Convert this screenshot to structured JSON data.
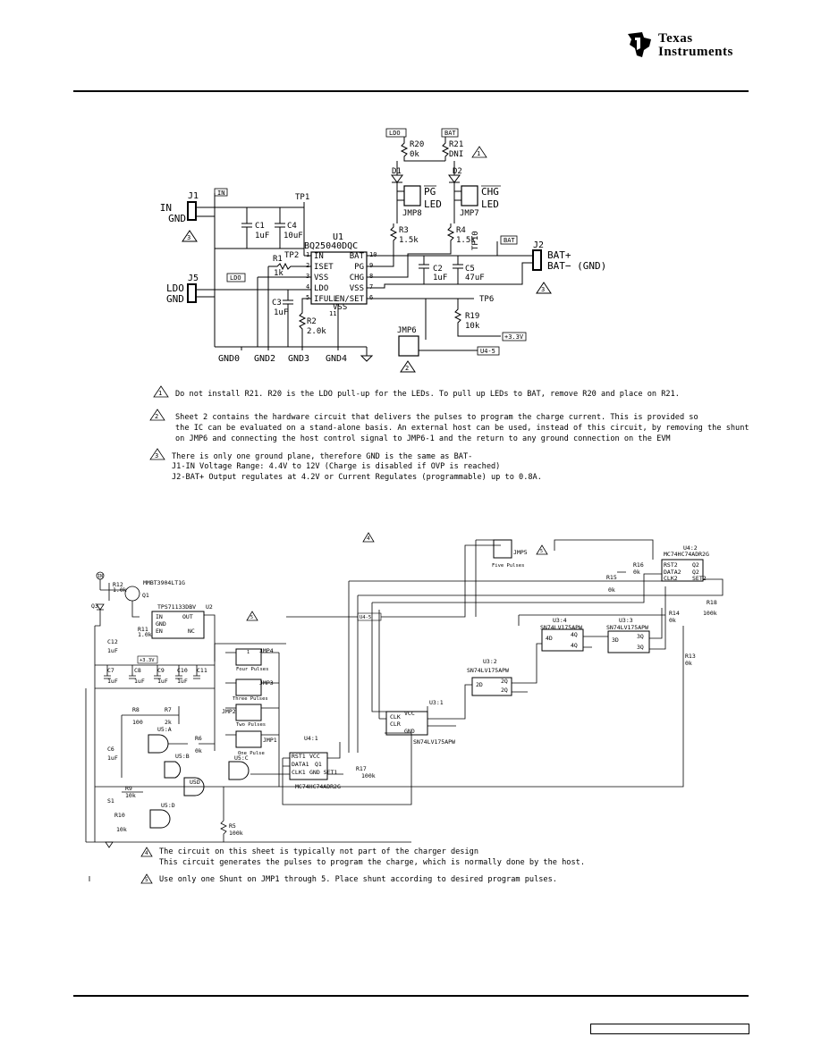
{
  "logo": {
    "line1": "Texas",
    "line2": "Instruments"
  },
  "sheet1": {
    "connectors": {
      "j1": "J1",
      "j1_in": "IN",
      "j1_gnd": "GND",
      "j5": "J5",
      "j5_ldo": "LDO",
      "j5_gnd": "GND",
      "j2": "J2",
      "j2_batp": "BAT+",
      "j2_batm": "BAT−  (GND)"
    },
    "ic_u1": {
      "ref": "U1",
      "part": "BQ25040DQC",
      "pins_left": [
        "IN",
        "ISET",
        "VSS",
        "LDO",
        "IFULL"
      ],
      "pins_right": [
        "BAT",
        "PG",
        "CHG",
        "VSS",
        "EN/SET"
      ],
      "pin_bottom": "VSS"
    },
    "components": {
      "c1": "C1",
      "c1v": "1uF",
      "c4": "C4",
      "c4v": "10uF",
      "c2": "C2",
      "c2v": "1uF",
      "c5": "C5",
      "c5v": "47uF",
      "c3": "C3",
      "c3v": "1uF",
      "r1": "R1",
      "r1v": "1k",
      "r2": "R2",
      "r2v": "2.0k",
      "r3": "R3",
      "r3v": "1.5k",
      "r4": "R4",
      "r4v": "1.5k",
      "r20": "R20",
      "r20v": "0k",
      "r21": "R21",
      "r21v": "DNI",
      "r19": "R19",
      "r19v": "10k",
      "d1": "D1",
      "d2": "D2",
      "jmp8": "JMP8",
      "jmp7": "JMP7",
      "jmp6": "JMP6",
      "pg": "PG",
      "chg": "CHG",
      "led": "LED",
      "tp1": "TP1",
      "tp2": "TP2",
      "tp6": "TP6",
      "tp10": "TP10"
    },
    "labels": {
      "in": "IN",
      "ldo": "LDO",
      "bat": "BAT",
      "v33": "+3.3V",
      "u45": "U4-5"
    },
    "grounds": [
      "GND0",
      "GND2",
      "GND3",
      "GND4"
    ],
    "notes": [
      {
        "num": "1",
        "lines": [
          "Do not install R21.  R20 is the LDO pull-up for the LEDs.  To pull up LEDs to BAT, remove R20 and place on R21."
        ]
      },
      {
        "num": "2",
        "lines": [
          "Sheet 2 contains the hardware circuit that delivers the pulses to program the charge current.  This is provided so",
          "the IC can be evaluated on a stand-alone basis.  An external host can be used, instead of this circuit, by removing the shunt",
          "on JMP6 and connecting the host control signal to JMP6-1 and the return to any ground connection on the EVM"
        ]
      },
      {
        "num": "3",
        "lines": [
          "There is only one ground plane, therefore GND is the same as BAT-",
          "J1-IN Voltage Range: 4.4V to 12V (Charge is disabled if OVP is reached)",
          "J2-BAT+ Output regulates at 4.2V or Current Regulates (programmable) up to 0.8A."
        ]
      }
    ]
  },
  "sheet2": {
    "parts": {
      "q1": "Q1",
      "q1part": "MMBT3904LT1G",
      "u2": "U2",
      "u2part": "TPS71133DBV",
      "r12": "R12",
      "r12v": "1.0k",
      "r11": "R11",
      "r11v": "1.0k",
      "u42": "U4:2",
      "u42part": "MC74HC74ADR2G",
      "u31": "U3:1",
      "u31part": "SN74LV175APW",
      "u32": "U3:2",
      "u32part": "SN74LV175APW",
      "u33": "U3:3",
      "u33part": "SN74LV175APW",
      "u34": "U3:4",
      "u34part": "SN74LV175APW",
      "u41": "U4:1",
      "u41part": "MC74HC74ADR2G",
      "r13": "R13",
      "r13v": "0k",
      "r14": "R14",
      "r14v": "0k",
      "r15": "R15",
      "r15v": "0k",
      "r16": "R16",
      "r16v": "0k",
      "r17": "R17",
      "r17v": "100k",
      "r18": "R18",
      "r18v": "100k",
      "r5": "R5",
      "r5v": "100k",
      "r6": "R6",
      "r6v": "0k",
      "r7": "R7",
      "r7v": "2k",
      "r8": "R8",
      "r8v": "100",
      "r9": "R9",
      "r9v": "10k",
      "r10": "R10",
      "r10v": "10k",
      "s1": "S1",
      "c6": "C6",
      "c6v": "1uF",
      "c7": "C7",
      "c8": "C8",
      "c9": "C9",
      "c10": "C10",
      "c11": "C11",
      "c12": "C12",
      "cv": "1uF",
      "u5a": "U5:A",
      "u5b": "U5:B",
      "u5c": "U5:C",
      "u5d": "U5:D",
      "jmp1": "JMP1",
      "jmp2": "JMP2",
      "jmp3": "JMP3",
      "jmp4": "JMP4",
      "jmp5": "JMP5",
      "p1": "One Pulse",
      "p2": "Two Pulses",
      "p3": "Three Pulses",
      "p4": "Four Pulses",
      "p5": "Five Pulses"
    },
    "labels": {
      "in": "IN",
      "v33": "+3.3V",
      "u45": "U4-5"
    },
    "notes": [
      {
        "num": "4",
        "lines": [
          "The circuit on  this sheet is typically not part of the charger design",
          "This circuit generates the pulses to program the charge, which is normally done by the host."
        ]
      },
      {
        "num": "5",
        "lines": [
          "Use only one Shunt on JMP1 through 5.  Place shunt according to desired program pulses."
        ]
      }
    ]
  }
}
